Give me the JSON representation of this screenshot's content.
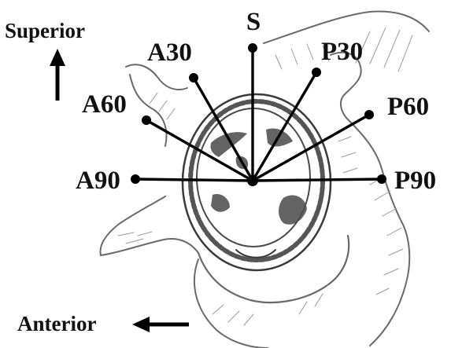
{
  "diagram": {
    "orientation": {
      "superior_label": "Superior",
      "anterior_label": "Anterior"
    },
    "clock_positions": [
      {
        "id": "s",
        "label": "S"
      },
      {
        "id": "p30",
        "label": "P30"
      },
      {
        "id": "p60",
        "label": "P60"
      },
      {
        "id": "p90",
        "label": "P90"
      },
      {
        "id": "a30",
        "label": "A30"
      },
      {
        "id": "a60",
        "label": "A60"
      },
      {
        "id": "a90",
        "label": "A90"
      }
    ]
  }
}
